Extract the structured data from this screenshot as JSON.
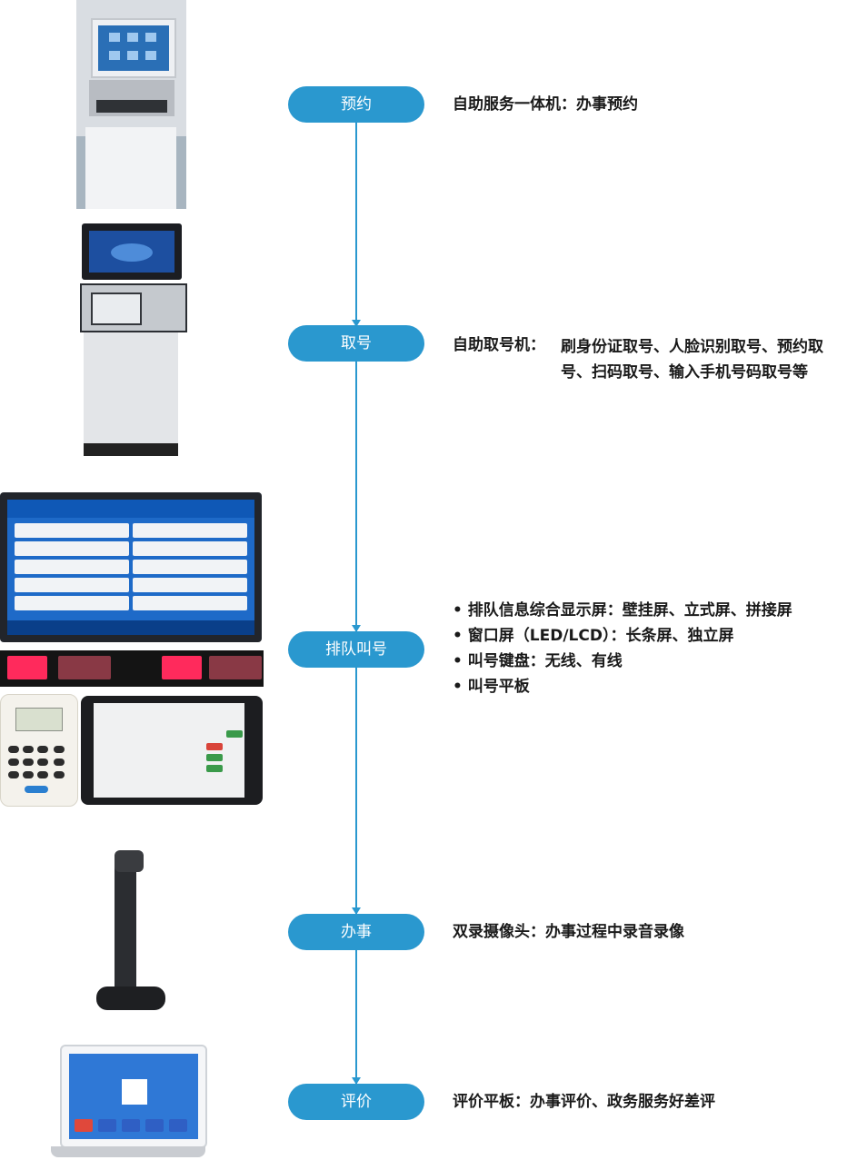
{
  "steps": [
    {
      "label": "预约",
      "description": "自助服务一体机：办事预约"
    },
    {
      "label": "取号",
      "description_title": "自助取号机：",
      "description_line1": "刷身份证取号、人脸识别取号、预约取",
      "description_line2": "号、扫码取号、输入手机号码取号等"
    },
    {
      "label": "排队叫号",
      "bullets": [
        "• 排队信息综合显示屏：壁挂屏、立式屏、拼接屏",
        "• 窗口屏（LED/LCD）：长条屏、独立屏",
        "• 叫号键盘：无线、有线",
        "• 叫号平板"
      ]
    },
    {
      "label": "办事",
      "description": "双录摄像头：办事过程中录音录像"
    },
    {
      "label": "评价",
      "description": "评价平板：办事评价、政务服务好差评"
    }
  ],
  "colors": {
    "accent": "#2a98cf",
    "pill_text": "#ffffff"
  }
}
